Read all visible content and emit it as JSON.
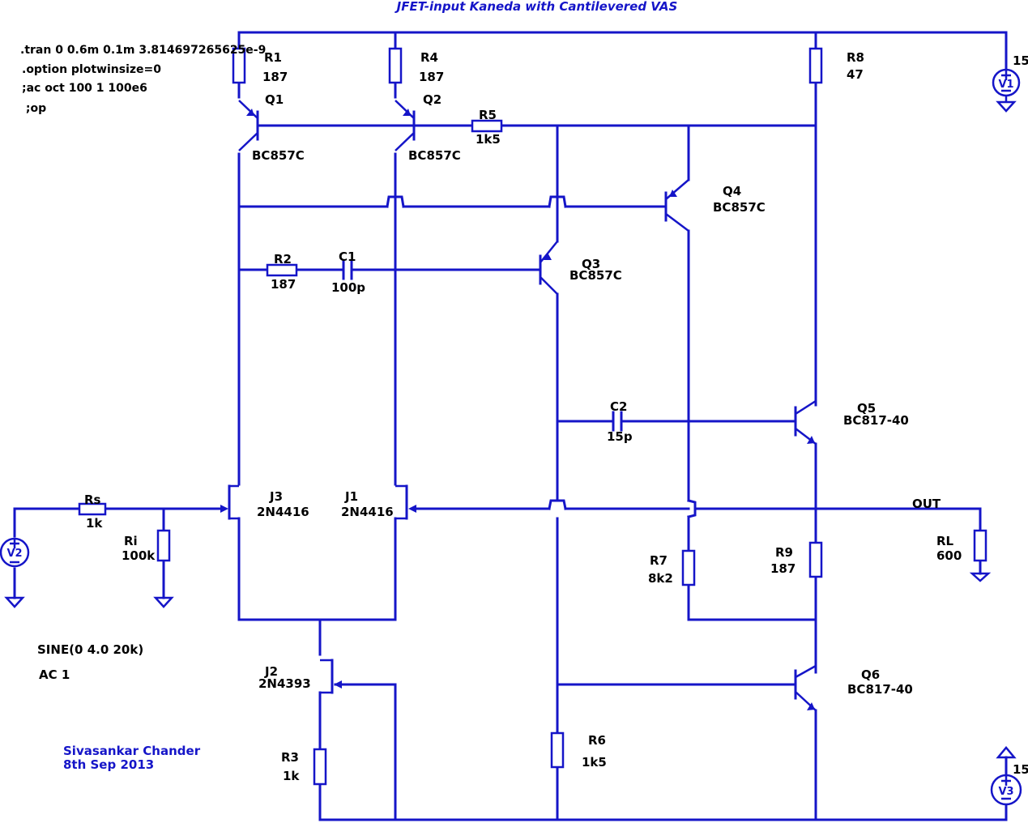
{
  "title": "JFET-input Kaneda with Cantilevered VAS",
  "directives": [
    ".tran 0 0.6m 0.1m 3.814697265625e-9",
    ".option plotwinsize=0",
    ";ac oct 100 1 100e6",
    " ;op"
  ],
  "source_text": {
    "sine": "SINE(0 4.0 20k)",
    "ac": "AC 1"
  },
  "author": {
    "name": "Sivasankar Chander",
    "date": "8th Sep 2013"
  },
  "resistors": {
    "R1": {
      "name": "R1",
      "value": "187"
    },
    "R4": {
      "name": "R4",
      "value": "187"
    },
    "R8": {
      "name": "R8",
      "value": "47"
    },
    "R5": {
      "name": "R5",
      "value": "1k5"
    },
    "R2": {
      "name": "R2",
      "value": "187"
    },
    "Rs": {
      "name": "Rs",
      "value": "1k"
    },
    "Ri": {
      "name": "Ri",
      "value": "100k"
    },
    "R7": {
      "name": "R7",
      "value": "8k2"
    },
    "R9": {
      "name": "R9",
      "value": "187"
    },
    "RL": {
      "name": "RL",
      "value": "600"
    },
    "R3": {
      "name": "R3",
      "value": "1k"
    },
    "R6": {
      "name": "R6",
      "value": "1k5"
    }
  },
  "capacitors": {
    "C1": {
      "name": "C1",
      "value": "100p"
    },
    "C2": {
      "name": "C2",
      "value": "15p"
    }
  },
  "transistors": {
    "Q1": {
      "name": "Q1",
      "model": "BC857C"
    },
    "Q2": {
      "name": "Q2",
      "model": "BC857C"
    },
    "Q3": {
      "name": "Q3",
      "model": "BC857C"
    },
    "Q4": {
      "name": "Q4",
      "model": "BC857C"
    },
    "Q5": {
      "name": "Q5",
      "model": "BC817-40"
    },
    "Q6": {
      "name": "Q6",
      "model": "BC817-40"
    }
  },
  "jfets": {
    "J1": {
      "name": "J1",
      "model": "2N4416"
    },
    "J2": {
      "name": "J2",
      "model": "2N4393"
    },
    "J3": {
      "name": "J3",
      "model": "2N4416"
    }
  },
  "sources": {
    "V1": {
      "name": "V1",
      "value": "15"
    },
    "V2": {
      "name": "V2"
    },
    "V3": {
      "name": "V3",
      "value": "15"
    }
  },
  "net_labels": {
    "out": "OUT"
  },
  "colors": {
    "wire": "#1515c8",
    "text": "#000000",
    "accent_text": "#1515c8",
    "background": "#ffffff"
  }
}
